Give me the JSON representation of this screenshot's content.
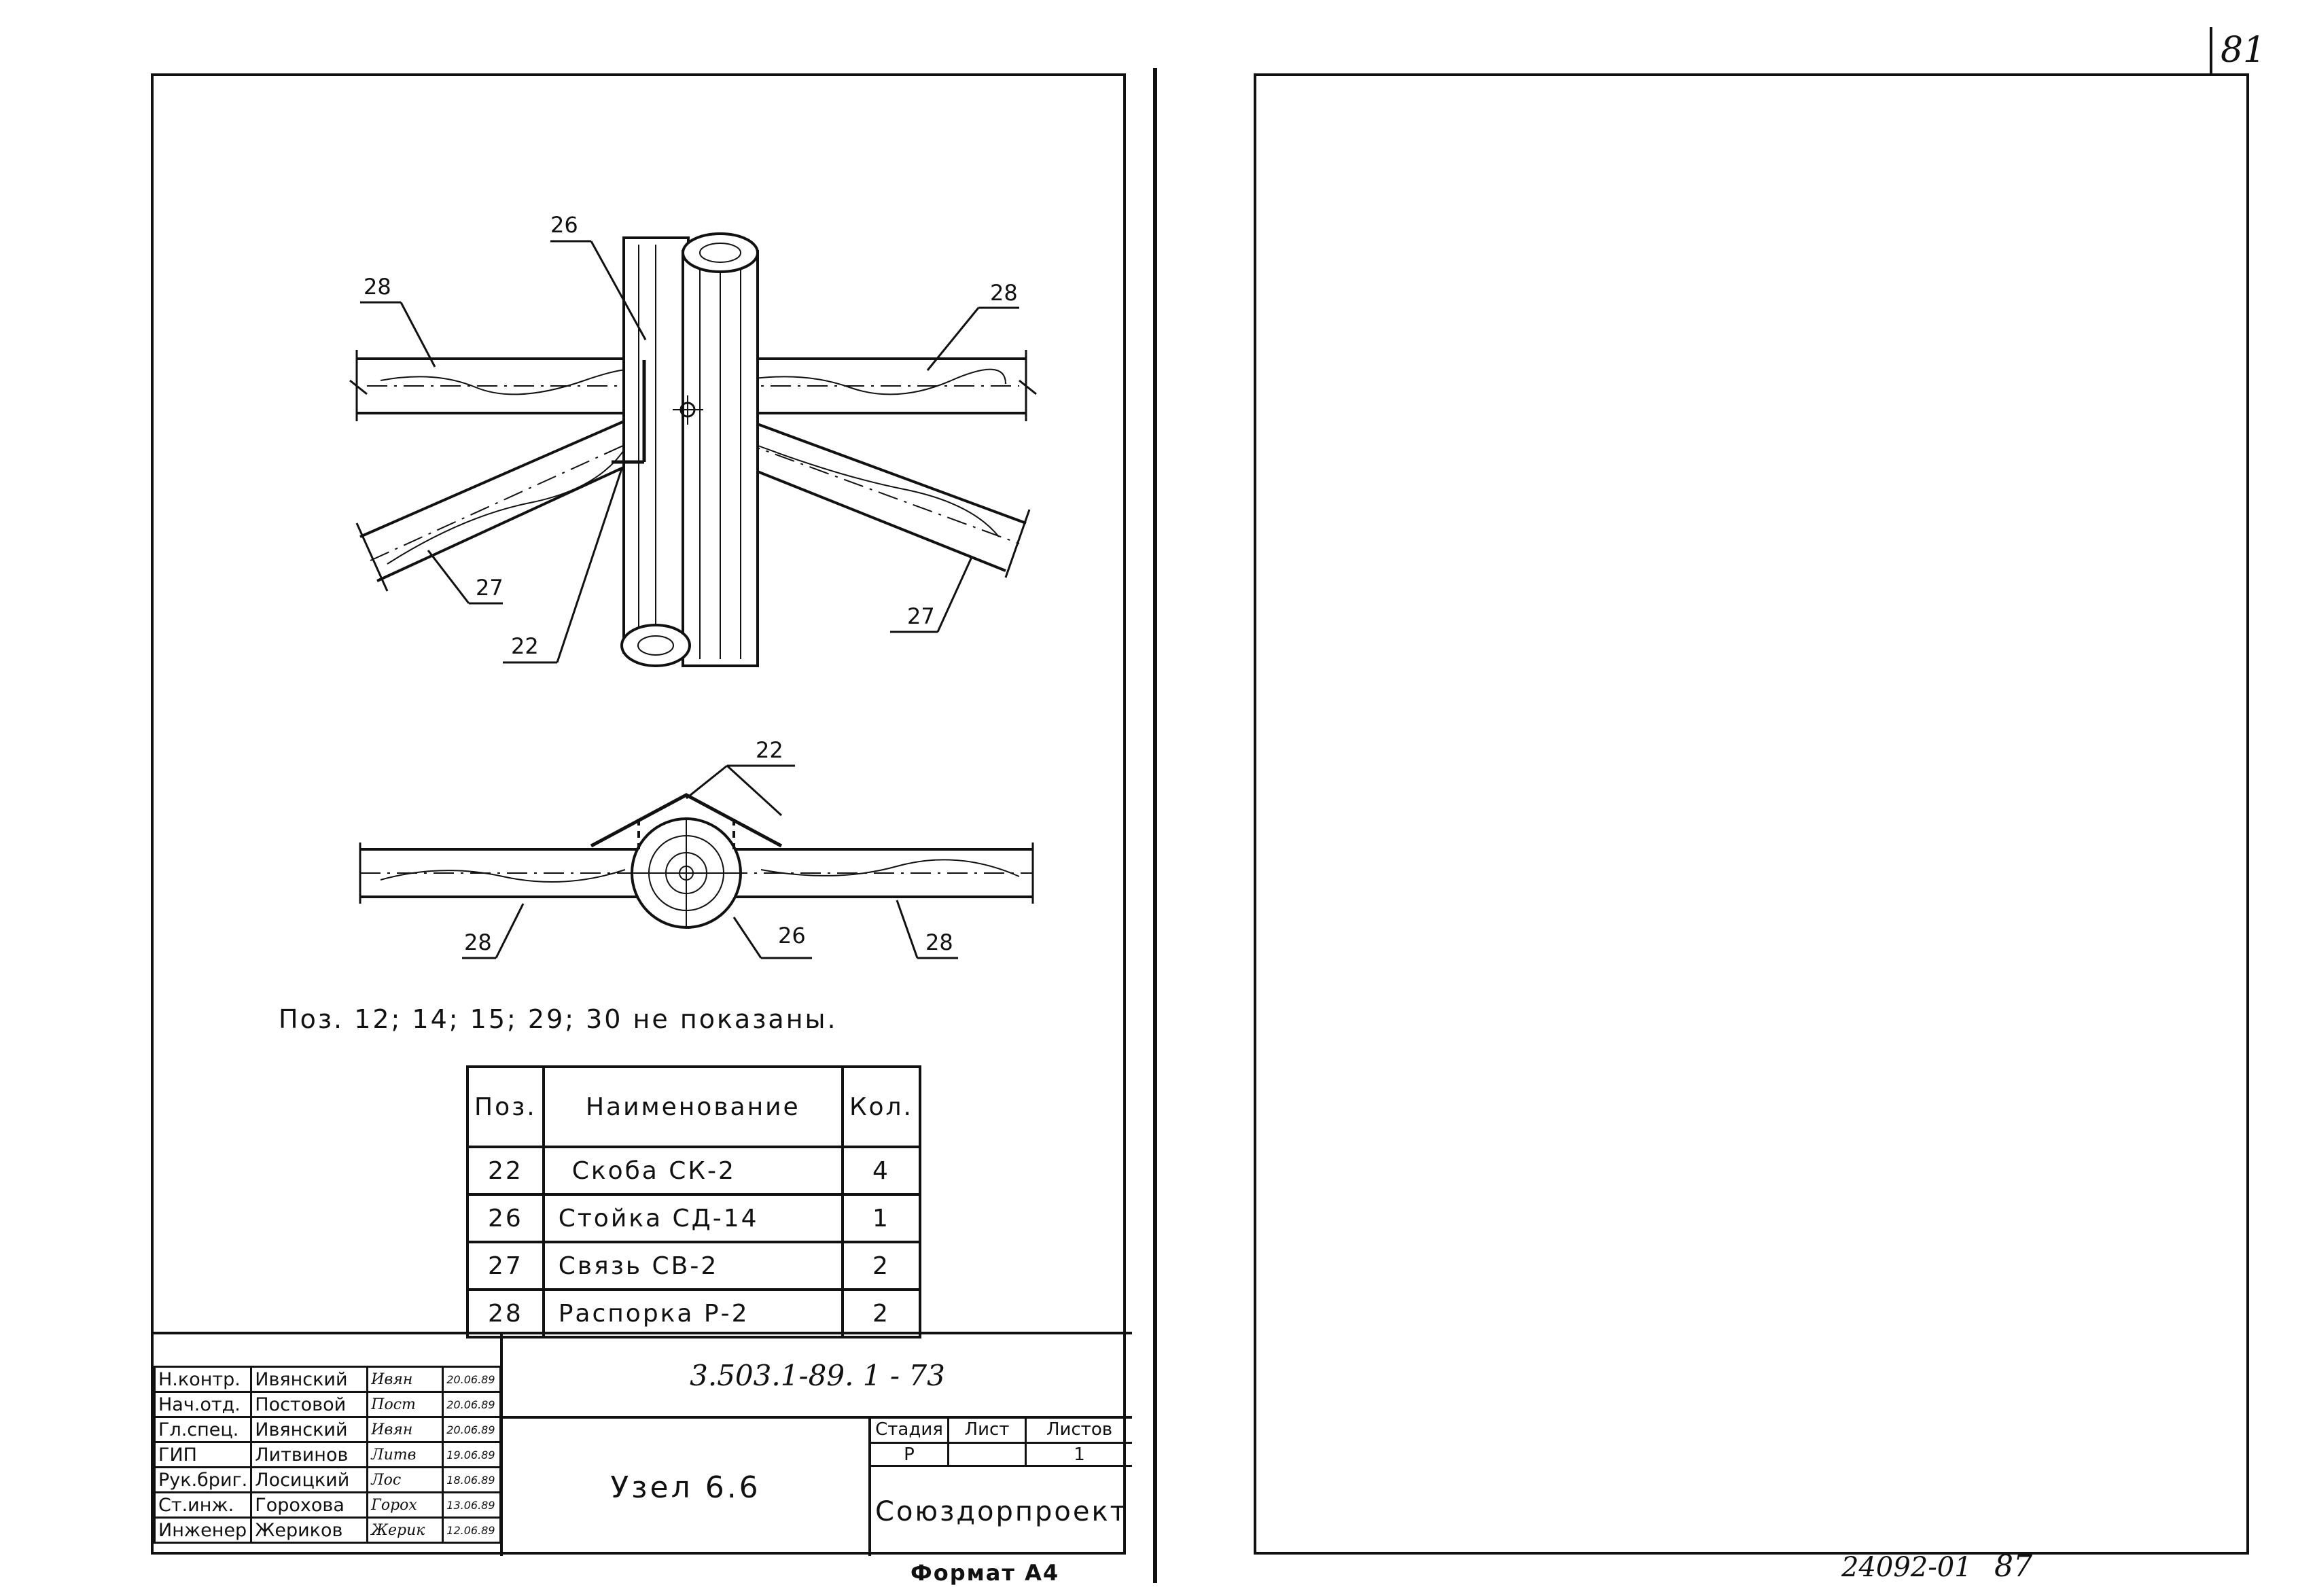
{
  "page_number_corner": "81",
  "callouts": {
    "c26_top": "26",
    "c28_left": "28",
    "c28_right": "28",
    "c27_left": "27",
    "c27_right": "27",
    "c22_top": "22",
    "c22_plan": "22",
    "c28_plan_left": "28",
    "c26_plan": "26",
    "c28_plan_right": "28"
  },
  "note": "Поз. 12; 14; 15; 29; 30 не показаны.",
  "spec_table": {
    "headers": {
      "pos": "Поз.",
      "name": "Наименование",
      "qty": "Кол."
    },
    "rows": [
      {
        "pos": "22",
        "name": "Скоба СК-2",
        "qty": "4"
      },
      {
        "pos": "26",
        "name": "Стойка СД-14",
        "qty": "1"
      },
      {
        "pos": "27",
        "name": "Связь СВ-2",
        "qty": "2"
      },
      {
        "pos": "28",
        "name": "Распорка Р-2",
        "qty": "2"
      }
    ]
  },
  "title_block": {
    "doc_code": "3.503.1-89. 1 - 73",
    "node_title": "Узел 6.6",
    "org": "Союздорпроект",
    "stage_header": "Стадия",
    "sheet_header": "Лист",
    "sheets_header": "Листов",
    "stage": "Р",
    "sheet": "",
    "sheets": "1",
    "signatures": [
      {
        "role": "Н.контр.",
        "name": "Ивянский",
        "signature": "Ивян",
        "date": "20.06.89"
      },
      {
        "role": "Нач.отд.",
        "name": "Постовой",
        "signature": "Пост",
        "date": "20.06.89"
      },
      {
        "role": "Гл.спец.",
        "name": "Ивянский",
        "signature": "Ивян",
        "date": "20.06.89"
      },
      {
        "role": "ГИП",
        "name": "Литвинов",
        "signature": "Литв",
        "date": "19.06.89"
      },
      {
        "role": "Рук.бриг.",
        "name": "Лосицкий",
        "signature": "Лос",
        "date": "18.06.89"
      },
      {
        "role": "Ст.инж.",
        "name": "Горохова",
        "signature": "Горох",
        "date": "13.06.89"
      },
      {
        "role": "Инженер",
        "name": "Жериков",
        "signature": "Жерик",
        "date": "12.06.89"
      }
    ]
  },
  "format_label": "Формат А4",
  "bottom_code": "24092-01",
  "bottom_page": "87"
}
